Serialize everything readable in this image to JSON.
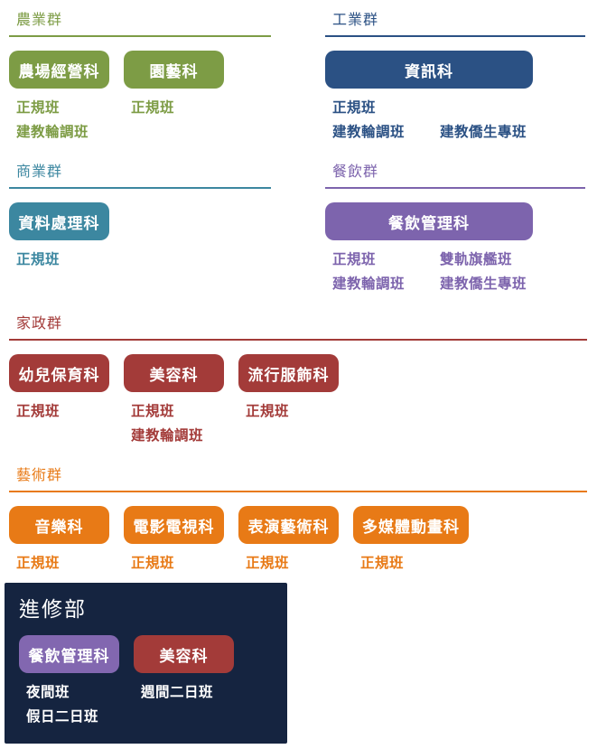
{
  "groups": [
    {
      "title": "農業群",
      "color": "#7d9c45",
      "departments": [
        {
          "name": "農場經營科",
          "class_rows": [
            [
              "正規班"
            ],
            [
              "建教輪調班"
            ]
          ]
        },
        {
          "name": "園藝科",
          "class_rows": [
            [
              "正規班"
            ]
          ]
        }
      ]
    },
    {
      "title": "工業群",
      "color": "#2b5184",
      "departments": [
        {
          "name": "資訊科",
          "class_rows": [
            [
              "正規班"
            ],
            [
              "建教輪調班",
              "建教僑生專班"
            ]
          ]
        }
      ]
    },
    {
      "title": "商業群",
      "color": "#3c87a0",
      "departments": [
        {
          "name": "資料處理科",
          "class_rows": [
            [
              "正規班"
            ]
          ]
        }
      ]
    },
    {
      "title": "餐飲群",
      "color": "#7d64ad",
      "departments": [
        {
          "name": "餐飲管理科",
          "class_rows": [
            [
              "正規班",
              "雙軌旗艦班"
            ],
            [
              "建教輪調班",
              "建教僑生專班"
            ]
          ]
        }
      ]
    },
    {
      "title": "家政群",
      "color": "#a33b39",
      "departments": [
        {
          "name": "幼兒保育科",
          "class_rows": [
            [
              "正規班"
            ]
          ]
        },
        {
          "name": "美容科",
          "class_rows": [
            [
              "正規班"
            ],
            [
              "建教輪調班"
            ]
          ]
        },
        {
          "name": "流行服飾科",
          "class_rows": [
            [
              "正規班"
            ]
          ]
        }
      ]
    },
    {
      "title": "藝術群",
      "color": "#e87a16",
      "departments": [
        {
          "name": "音樂科",
          "class_rows": [
            [
              "正規班"
            ]
          ]
        },
        {
          "name": "電影電視科",
          "class_rows": [
            [
              "正規班"
            ]
          ]
        },
        {
          "name": "表演藝術科",
          "class_rows": [
            [
              "正規班"
            ]
          ]
        },
        {
          "name": "多媒體動畫科",
          "class_rows": [
            [
              "正規班"
            ]
          ]
        }
      ]
    }
  ],
  "continuing_education": {
    "title": "進修部",
    "background": "#152440",
    "text_color": "#ffffff",
    "departments": [
      {
        "name": "餐飲管理科",
        "color": "#8267b0",
        "class_rows": [
          [
            "夜間班"
          ],
          [
            "假日二日班"
          ]
        ]
      },
      {
        "name": "美容科",
        "color": "#a33b39",
        "class_rows": [
          [
            "週間二日班"
          ]
        ]
      }
    ]
  }
}
